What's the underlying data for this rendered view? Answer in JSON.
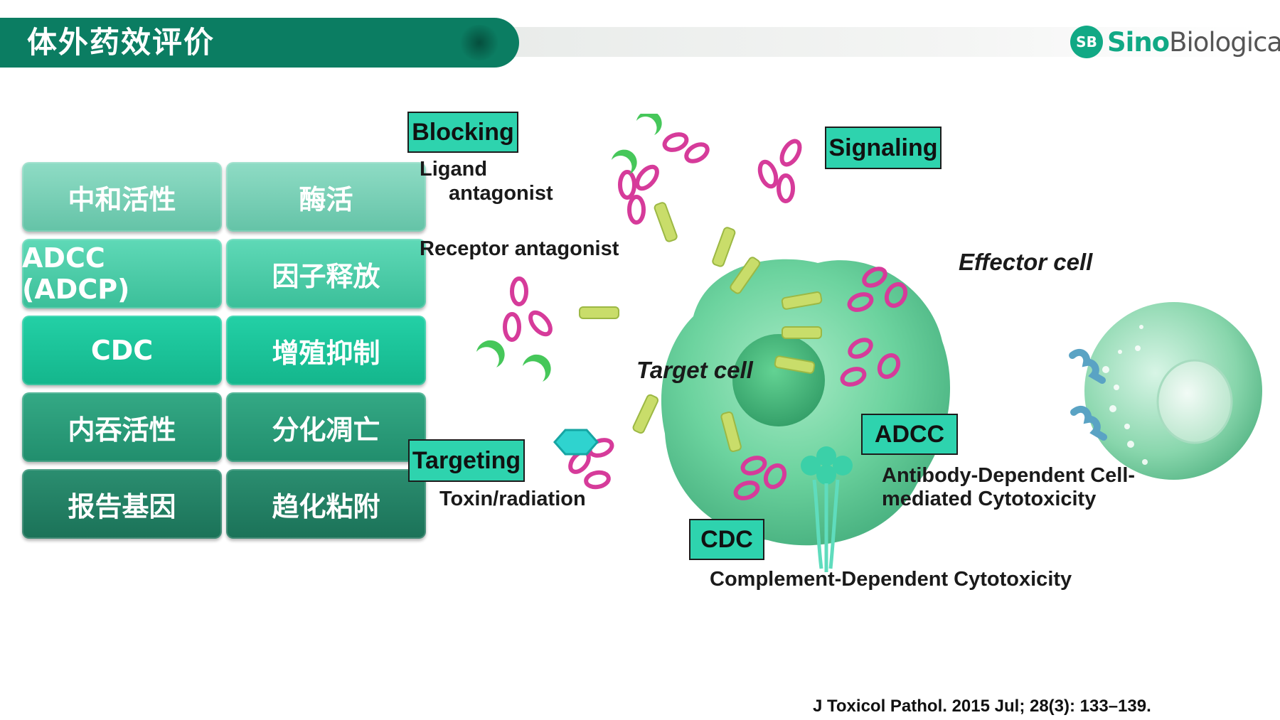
{
  "header": {
    "title": "体外药效评价"
  },
  "logo": {
    "badge": "SB",
    "brand_green": "Sino",
    "brand_gray": "Biological"
  },
  "grid": [
    [
      "中和活性",
      "酶活"
    ],
    [
      "ADCC (ADCP)",
      "因子释放"
    ],
    [
      "CDC",
      "增殖抑制"
    ],
    [
      "内吞活性",
      "分化凋亡"
    ],
    [
      "报告基因",
      "趋化粘附"
    ]
  ],
  "diagram": {
    "boxes": {
      "blocking": "Blocking",
      "signaling": "Signaling",
      "targeting": "Targeting",
      "adcc": "ADCC",
      "cdc": "CDC"
    },
    "labels": {
      "ligand": "Ligand",
      "antagonist": "antagonist",
      "receptor_antagonist": "Receptor antagonist",
      "effector_cell": "Effector cell",
      "target_cell": "Target cell",
      "toxin": "Toxin/radiation",
      "adcc_line1": "Antibody-Dependent Cell-",
      "adcc_line2": "mediated Cytotoxicity",
      "cdc_desc": "Complement-Dependent Cytotoxicity"
    }
  },
  "citation": "J Toxicol Pathol. 2015 Jul; 28(3): 133–139.",
  "colors": {
    "header_green": "#0b7d62",
    "box_teal": "#2ed3ae",
    "antibody_magenta": "#d63b9a",
    "cell_green": "#5fcf96"
  }
}
